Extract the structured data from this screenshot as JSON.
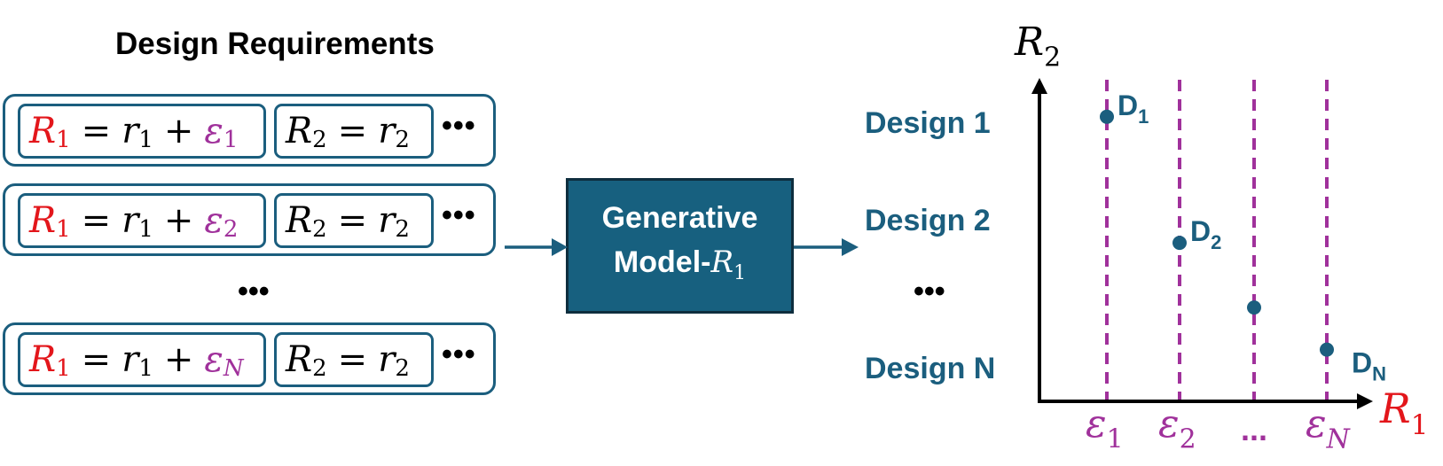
{
  "title": "Design Requirements",
  "requirements": [
    {
      "r1": "R",
      "r1_sub": "1",
      "eq": "=",
      "rhs": "r",
      "rhs_sub": "1",
      "plus": "+",
      "eps": "ε",
      "eps_sub": "1",
      "r2": "R",
      "r2_sub": "2",
      "eq2": "=",
      "r2_rhs": "r",
      "r2_rhs_sub": "2",
      "more": "•••"
    },
    {
      "r1": "R",
      "r1_sub": "1",
      "eq": "=",
      "rhs": "r",
      "rhs_sub": "1",
      "plus": "+",
      "eps": "ε",
      "eps_sub": "2",
      "r2": "R",
      "r2_sub": "2",
      "eq2": "=",
      "r2_rhs": "r",
      "r2_rhs_sub": "2",
      "more": "•••"
    },
    {
      "r1": "R",
      "r1_sub": "1",
      "eq": "=",
      "rhs": "r",
      "rhs_sub": "1",
      "plus": "+",
      "eps": "ε",
      "eps_sub": "N",
      "r2": "R",
      "r2_sub": "2",
      "eq2": "=",
      "r2_rhs": "r",
      "r2_rhs_sub": "2",
      "more": "•••"
    }
  ],
  "requirements_ellipsis": "•••",
  "generative_model": {
    "line1": "Generative",
    "line2": "Model-",
    "sym": "R",
    "sym_sub": "1"
  },
  "designs": [
    "Design 1",
    "Design 2",
    "Design N"
  ],
  "designs_ellipsis": "•••",
  "plot": {
    "y_axis": {
      "symbol": "R",
      "sub": "2"
    },
    "x_axis": {
      "symbol": "R",
      "sub": "1"
    },
    "epsilon_ticks": [
      {
        "symbol": "ε",
        "sub": "1"
      },
      {
        "symbol": "ε",
        "sub": "2"
      },
      {
        "symbol": "...",
        "sub": ""
      },
      {
        "symbol": "ε",
        "sub": "N"
      }
    ],
    "points": [
      {
        "label": "D",
        "sub": "1",
        "column": 0,
        "level": 0.88
      },
      {
        "label": "D",
        "sub": "2",
        "column": 1,
        "level": 0.49
      },
      {
        "label": "",
        "sub": "",
        "column": 2,
        "level": 0.29
      },
      {
        "label": "D",
        "sub": "N",
        "column": 3,
        "level": 0.16
      }
    ]
  },
  "colors": {
    "teal": "#1b5e7e",
    "box_fill": "#17607f",
    "red": "#e3161b",
    "purple": "#a0319b"
  }
}
